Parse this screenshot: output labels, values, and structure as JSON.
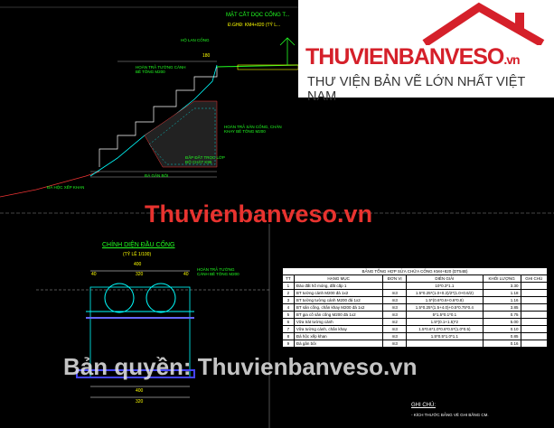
{
  "drawing": {
    "section_title": "MẶT CẮT DỌC CỐNG T...",
    "section_subtitle": "Đ.GHĐ: KM4+820 (TỶ L...",
    "labels": [
      "HỘ LAN CỐNG",
      "HOÀN TRẢ TƯỜNG CÁNH BÊ TÔNG M200",
      "HOÀN TRẢ SÂN CỐNG, CHÂN KHAY BÊ TÔNG M200",
      "ĐẮP ĐẤT TRỌC LỚP ĐỘ CHẶT K95",
      "ĐÁ GÂN BÔI",
      "ĐÁ HỘC XẾP KHAN"
    ],
    "dim_top": "180",
    "front_title": "CHÍNH DIỆN ĐẦU CỐNG",
    "front_scale": "(TỶ LỆ 1/100)",
    "front_dims": [
      "400",
      "320",
      "40",
      "40"
    ],
    "front_label": "HOÀN TRẢ TƯỜNG CÁNH BÊ TÔNG M200",
    "bottom_dims": [
      "400",
      "320"
    ]
  },
  "table": {
    "title": "BẢNG TỔNG HỢP SỬA CHỮA CỐNG KM4+820 (DT54B)",
    "headers": [
      "TT",
      "HẠNG MỤC",
      "ĐƠN VỊ",
      "DIỄN GIẢI",
      "KHỐI LƯỢNG",
      "GHI CHÚ"
    ],
    "rows": [
      [
        "1",
        "Đào đất hố móng, đất cấp 1",
        "",
        "10*0.3*1.1",
        "3.30",
        ""
      ],
      [
        "2",
        "BT tường cánh M200 đá 1x2",
        "m3",
        "1.5*0.25*(1.0+0.2)/2*(1.0+0.6/2)",
        "1.18",
        ""
      ],
      [
        "3",
        "BT tường tường cánh M200 đá 1x2",
        "m3",
        "1.5*(0.6*0.6+0.6*0.8)",
        "1.16",
        ""
      ],
      [
        "4",
        "BT sân cống, chân khay M200 đá 1x2",
        "m3",
        "1.5*0.25*(1.5+4.0)+0.5*0.75*0.4",
        "3.85",
        ""
      ],
      [
        "5",
        "BT gia cố sân cống M200 đá 1x2",
        "m3",
        "5*1.5*0.1*0.1",
        "0.75",
        ""
      ],
      [
        "6",
        "Vữa trát tường cánh",
        "m2",
        "1.5*(0.1+1.5)*2",
        "5.00",
        ""
      ],
      [
        "7",
        "Vữa tường cánh, chân khay",
        "m3",
        "1.5*0.6*1.0*0.6*0.5*(1.0*0.5)",
        "0.10",
        ""
      ],
      [
        "8",
        "Đá hộc xếp khan",
        "m3",
        "1.5*0.5*1.0*1.1",
        "0.85",
        ""
      ],
      [
        "9",
        "Đá gân bôi",
        "m3",
        "",
        "0.16",
        ""
      ]
    ]
  },
  "notes": {
    "title": "GHI CHÚ:",
    "line1": "- KÍCH THƯỚC BẢNG VẼ GHI BẰNG CM."
  },
  "logo": {
    "main": "THUVIENBANVESO",
    "tld": ".vn",
    "slogan": "THƯ VIỆN BẢN VẼ LỚN NHẤT VIỆT NAM"
  },
  "watermarks": [
    "Thuvienbanveso.vn",
    "Bản quyền: Thuvienbanveso.vn"
  ]
}
